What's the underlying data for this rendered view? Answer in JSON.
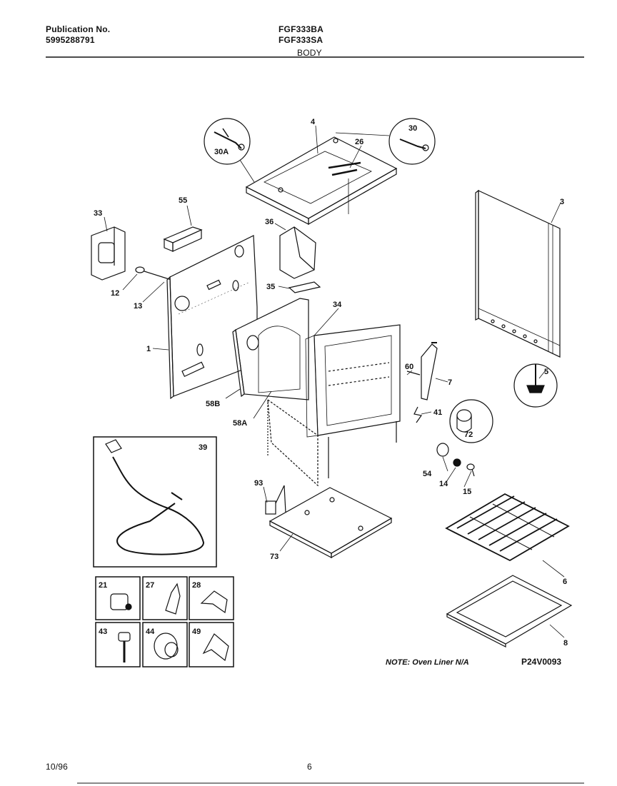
{
  "header": {
    "publication_label": "Publication No.",
    "publication_number": "5995288791",
    "model_1": "FGF333BA",
    "model_2": "FGF333SA",
    "section": "BODY"
  },
  "callouts": {
    "c4": "4",
    "c26": "26",
    "c30": "30",
    "c30a": "30A",
    "c55": "55",
    "c33": "33",
    "c36": "36",
    "c3": "3",
    "c12": "12",
    "c13": "13",
    "c35": "35",
    "c34": "34",
    "c1": "1",
    "c5": "5",
    "c60": "60",
    "c7": "7",
    "c58b": "58B",
    "c58a": "58A",
    "c41": "41",
    "c72": "72",
    "c39": "39",
    "c54": "54",
    "c14": "14",
    "c15": "15",
    "c93": "93",
    "c73": "73",
    "c6": "6",
    "c8": "8",
    "c21": "21",
    "c27": "27",
    "c28": "28",
    "c43": "43",
    "c44": "44",
    "c49": "49"
  },
  "footer": {
    "note": "NOTE: Oven Liner N/A",
    "drawing_code": "P24V0093",
    "date": "10/96",
    "page": "6"
  }
}
